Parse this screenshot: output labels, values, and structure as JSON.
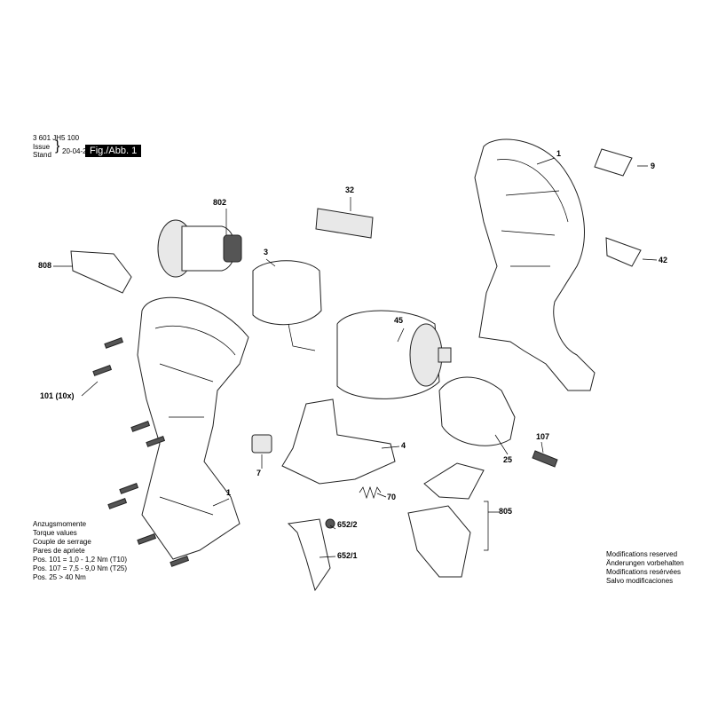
{
  "header": {
    "part_number": "3 601 JH5 100",
    "issue_label": "Issue",
    "stand_label": "Stand",
    "date": "20-04-28",
    "figure": "Fig./Abb. 1"
  },
  "callouts": {
    "c1_top": "1",
    "c9": "9",
    "c42": "42",
    "c32": "32",
    "c802": "802",
    "c3": "3",
    "c808": "808",
    "c45": "45",
    "c101": "101 (10x)",
    "c107": "107",
    "c4": "4",
    "c7": "7",
    "c25": "25",
    "c1_bottom": "1",
    "c70": "70",
    "c805": "805",
    "c652_2": "652/2",
    "c652_1": "652/1"
  },
  "torque": {
    "lines": [
      "Anzugsmomente",
      "Torque values",
      "Couple de serrage",
      "Pares de apriete",
      "Pos. 101  = 1,0 - 1,2 Nm (T10)",
      "Pos. 107  = 7,5 - 9,0 Nm (T25)",
      "Pos. 25    > 40 Nm"
    ]
  },
  "modifications": {
    "lines": [
      "Modifications reserved",
      "Änderungen vorbehalten",
      "Modifications resérvées",
      "Salvo modificaciones"
    ]
  }
}
